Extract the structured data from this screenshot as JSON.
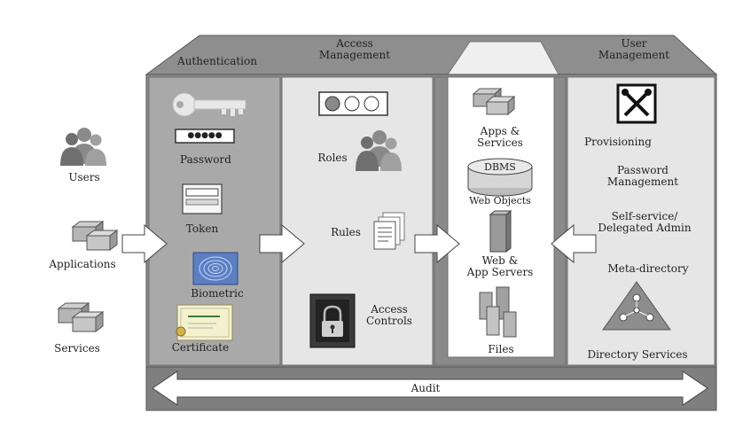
{
  "left": {
    "users": "Users",
    "applications": "Applications",
    "services": "Services"
  },
  "headers": {
    "authentication": "Authentication",
    "access": "Access\nManagement",
    "user": "User\nManagement"
  },
  "authentication": {
    "password_mask": "●●●●●",
    "password": "Password",
    "token": "Token",
    "biometric": "Biometric",
    "certificate": "Certificate"
  },
  "access": {
    "roles": "Roles",
    "rules": "Rules",
    "access_controls": "Access\nControls"
  },
  "resources": {
    "apps_services": "Apps &\nServices",
    "dbms": "DBMS",
    "web_objects": "Web Objects",
    "web_app_servers": "Web &\nApp Servers",
    "files": "Files"
  },
  "user_mgmt": {
    "provisioning": "Provisioning",
    "password_management": "Password\nManagement",
    "self_service": "Self-service/\nDelegated Admin",
    "meta_directory": "Meta-directory",
    "directory_services": "Directory Services"
  },
  "audit": "Audit",
  "colors": {
    "roof": "#8e8e8e",
    "auth_panel": "#a9a9a9",
    "light_panel": "#e6e6e6",
    "frame": "#8a8a8a",
    "base": "#7f7f7f"
  }
}
